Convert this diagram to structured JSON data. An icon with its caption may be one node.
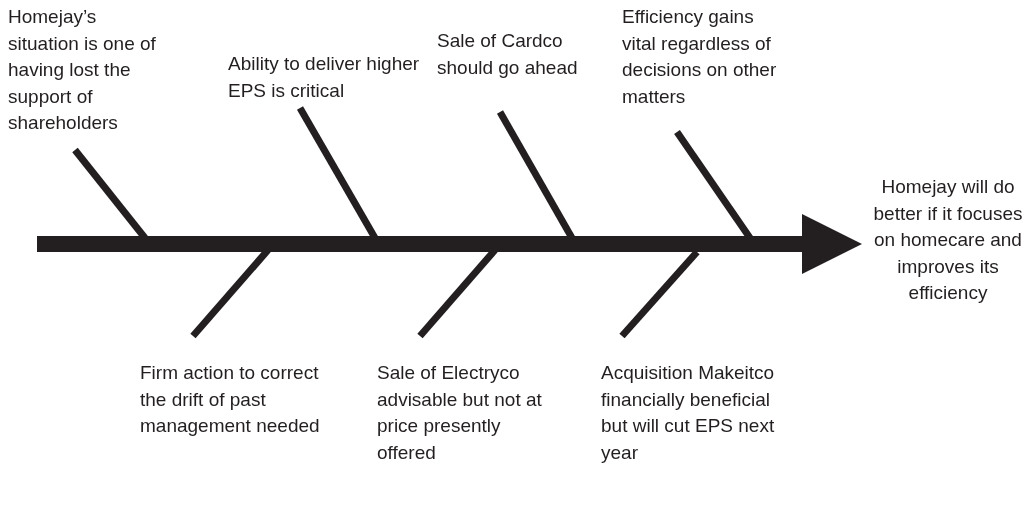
{
  "diagram": {
    "nodes": [
      {
        "text": [
          "Homejay’s situation is one of having lost the support of shareholders"
        ]
      },
      {
        "text": [
          "Ability to deliver higher EPS is critical"
        ]
      },
      {
        "text": [
          "Sale of Cardco should go ahead"
        ]
      },
      {
        "text": [
          "Efficiency gains vital regardless of decisions on other matters"
        ]
      },
      {
        "text": [
          "Homejay will do better if it focuses on homecare and improves its efficiency"
        ]
      },
      {
        "text": [
          "Firm action to correct the drift of past management needed"
        ]
      },
      {
        "text": [
          "Sale of Electryco advisable but not at price presently offered"
        ]
      },
      {
        "text": [
          "Acquisition Makeitco financially beneficial but will cut EPS next year"
        ]
      }
    ],
    "edges": [
      {
        "from": null,
        "to": 4,
        "arrow": "to",
        "style": "thick"
      },
      {
        "from": 0,
        "to": null,
        "arrow": "none"
      },
      {
        "from": 1,
        "to": null,
        "arrow": "none"
      },
      {
        "from": 2,
        "to": null,
        "arrow": "none"
      },
      {
        "from": 3,
        "to": null,
        "arrow": "none"
      },
      {
        "from": 5,
        "to": null,
        "arrow": "none"
      },
      {
        "from": 6,
        "to": null,
        "arrow": "none"
      },
      {
        "from": 7,
        "to": null,
        "arrow": "none"
      }
    ]
  }
}
